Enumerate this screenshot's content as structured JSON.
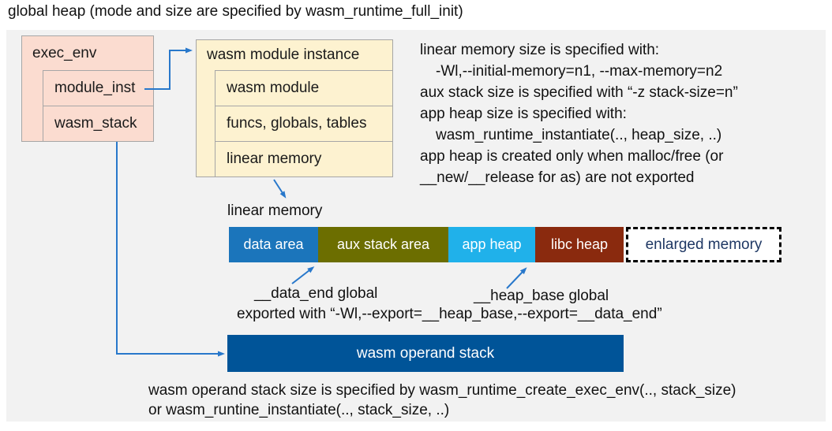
{
  "title": "global heap (mode and size are specified by wasm_runtime_full_init)",
  "exec_env": {
    "header": "exec_env",
    "rows": [
      "module_inst",
      "wasm_stack"
    ]
  },
  "module_instance": {
    "header": "wasm module instance",
    "rows": [
      "wasm module",
      "funcs, globals, tables",
      "linear memory"
    ]
  },
  "notes": {
    "lines": [
      "linear memory size is specified with:",
      "-Wl,--initial-memory=n1, --max-memory=n2",
      "aux stack size is specified with “-z stack-size=n”",
      "app heap size is specified with:",
      "wasm_runtime_instantiate(.., heap_size, ..)",
      "app heap is created only when malloc/free (or",
      "__new/__release for as) are not exported"
    ]
  },
  "linear_memory": {
    "label": "linear memory",
    "segments": [
      {
        "label": "data area",
        "color": "#1b75bb"
      },
      {
        "label": "aux stack area",
        "color": "#6c6e00"
      },
      {
        "label": "app heap",
        "color": "#20b1ea"
      },
      {
        "label": "libc heap",
        "color": "#8a2a0e"
      },
      {
        "label": "enlarged memory",
        "color": "#ffffff",
        "text_color": "#1f3864",
        "border_style": "dashed"
      }
    ]
  },
  "annotations": {
    "data_end": "__data_end global",
    "heap_base": "__heap_base global",
    "exported": "exported with “-Wl,--export=__heap_base,--export=__data_end”"
  },
  "operand_stack": {
    "label": "wasm operand stack",
    "color": "#005498"
  },
  "footer": {
    "lines": [
      "wasm operand stack size is specified by wasm_runtime_create_exec_env(.., stack_size)",
      "or wasm_runtine_instantiate(.., stack_size, ..)"
    ]
  },
  "colors": {
    "panel_bg": "#f2f2f2",
    "box_salmon": "#fbdcd0",
    "box_cream": "#fdf2d0",
    "box_border": "#a6a6a6",
    "arrow_blue": "#2878cb",
    "navy_text": "#1f3864"
  }
}
